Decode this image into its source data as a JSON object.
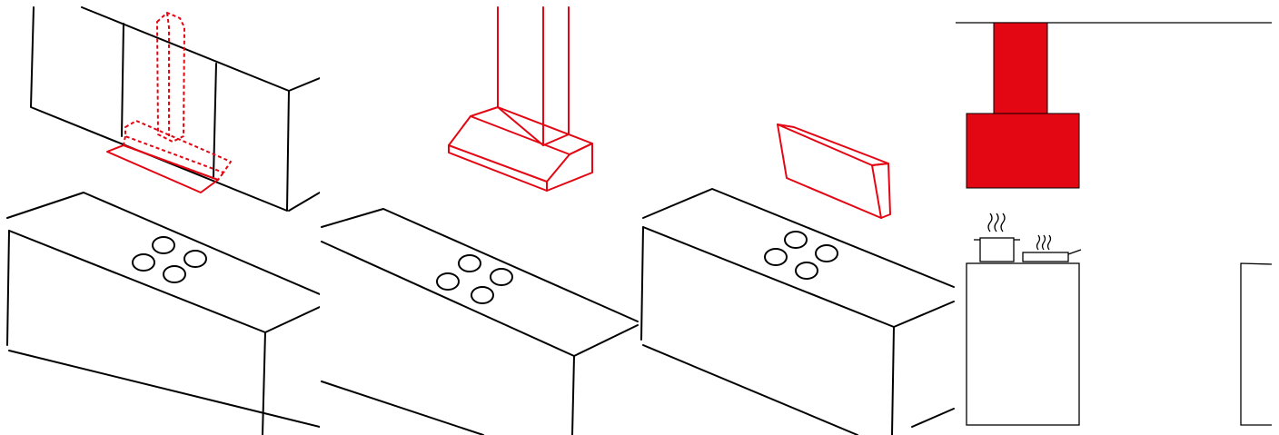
{
  "colors": {
    "accent": "#e30613",
    "line": "#000000",
    "background": "#ffffff"
  },
  "illustrations": [
    {
      "name": "integrated-hood",
      "hood_style": "built-in under wall cabinet",
      "burners": 4
    },
    {
      "name": "chimney-hood",
      "hood_style": "chimney / pyramid",
      "burners": 4
    },
    {
      "name": "angled-hood",
      "hood_style": "inclined wall hood",
      "burners": 4
    },
    {
      "name": "island-hood-side-view",
      "hood_style": "ceiling-mounted island hood",
      "pots": 2
    }
  ]
}
